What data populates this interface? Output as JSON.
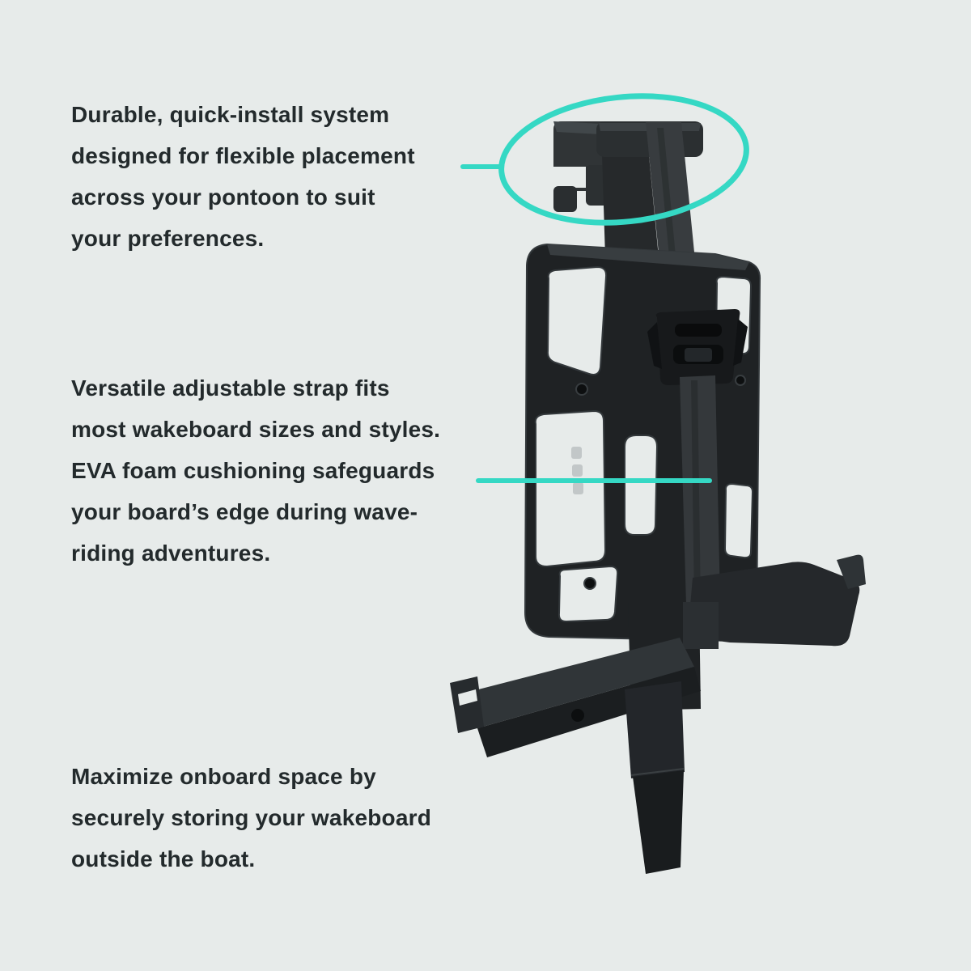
{
  "page": {
    "background_color": "#e7ebea",
    "accent_color": "#35d8c4",
    "text_color": "#232a2c",
    "product_color": "#202325"
  },
  "annotations": {
    "quick_install": {
      "text": "Durable, quick-install system\ndesigned for flexible placement\nacross your pontoon to suit\nyour preferences."
    },
    "strap": {
      "text": "Versatile adjustable strap fits\nmost wakeboard sizes and styles.\nEVA foam cushioning safeguards\nyour board’s edge during wave-\nriding adventures."
    },
    "storage": {
      "text": "Maximize onboard space by\nsecurely storing your wakeboard\noutside the boat."
    }
  },
  "illustration": {
    "subject_icon": "wakeboard-rack-with-strap-icon",
    "highlight_icon": "teal-highlight-ellipse-icon"
  }
}
